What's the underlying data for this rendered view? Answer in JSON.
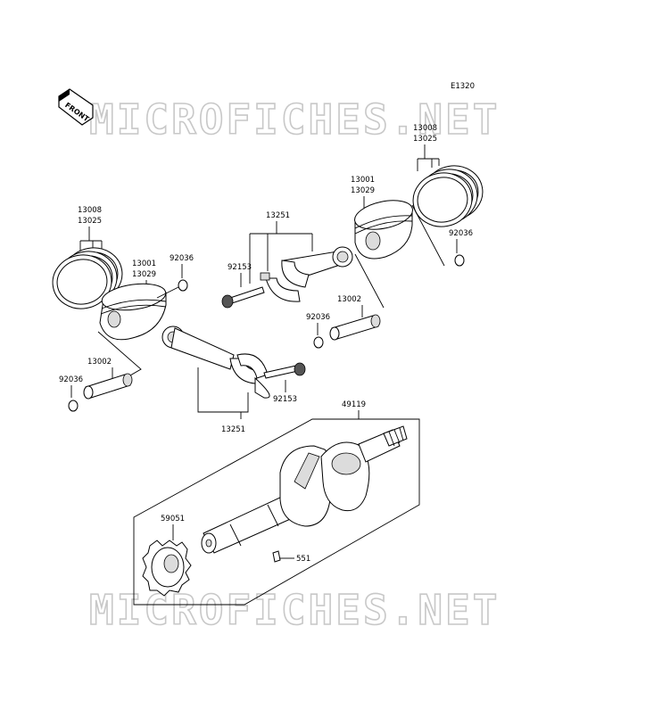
{
  "diagram": {
    "code": "E1320",
    "front_label": "FRONT",
    "watermark": "MICROFICHES.NET",
    "labels": {
      "ring_right_a": "13008",
      "ring_right_b": "13025",
      "piston_right_a": "13001",
      "piston_right_b": "13029",
      "rod_top": "13251",
      "clip_right": "92036",
      "bolt_top": "92153",
      "pin_right": "13002",
      "clip_mid": "92036",
      "ring_left_a": "13008",
      "ring_left_b": "13025",
      "piston_left_a": "13001",
      "piston_left_b": "13029",
      "clip_top_left": "92036",
      "pin_left": "13002",
      "clip_left": "92036",
      "bolt_bottom": "92153",
      "rod_bottom": "13251",
      "crankshaft": "49119",
      "gear": "59051",
      "key": "551"
    }
  }
}
